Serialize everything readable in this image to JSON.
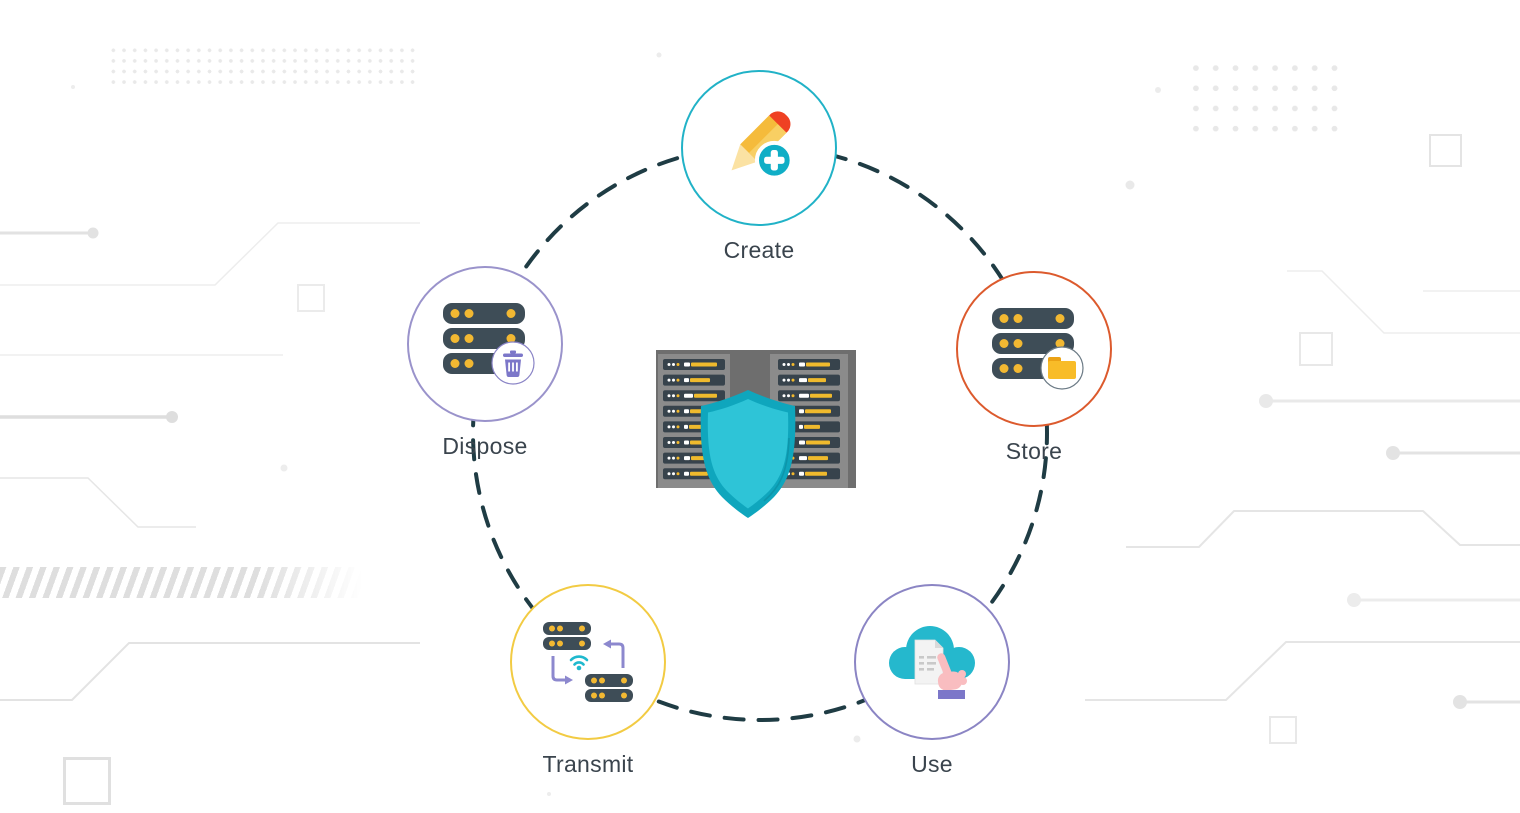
{
  "diagram": {
    "name": "data-security-lifecycle",
    "label_color": "#3A444D",
    "ring": {
      "color": "#1F3C44",
      "style": "dashed"
    },
    "center": {
      "icon": "server-racks-shield-icon",
      "shield_color": "#2EC4D7",
      "rack_color": "#8B8B8B",
      "accent_yellow": "#EFBA2D"
    },
    "nodes": [
      {
        "id": "create",
        "label": "Create",
        "border_color": "#21B2C7",
        "icon": "pencil-plus-icon"
      },
      {
        "id": "store",
        "label": "Store",
        "border_color": "#DC5A2D",
        "icon": "server-folder-icon"
      },
      {
        "id": "use",
        "label": "Use",
        "border_color": "#8B85C4",
        "icon": "cloud-document-hand-icon"
      },
      {
        "id": "transmit",
        "label": "Transmit",
        "border_color": "#F2CB43",
        "icon": "server-transfer-icon"
      },
      {
        "id": "dispose",
        "label": "Dispose",
        "border_color": "#9A93CB",
        "icon": "server-trash-icon"
      }
    ]
  }
}
